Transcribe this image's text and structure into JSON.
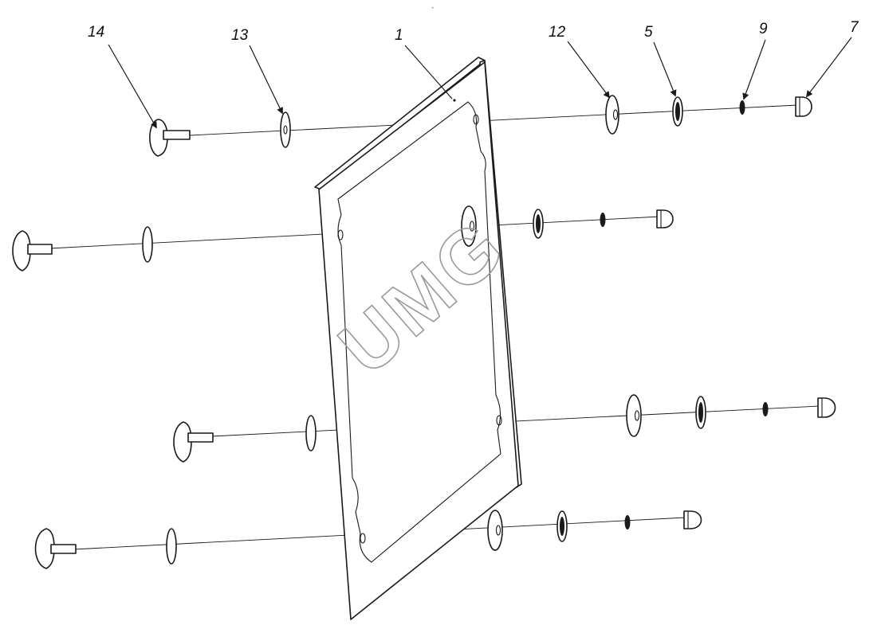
{
  "header_mark": "•",
  "watermark": "UMG",
  "callouts": {
    "c14": "14",
    "c13": "13",
    "c1": "1",
    "c12": "12",
    "c5": "5",
    "c9": "9",
    "c7": "7"
  }
}
